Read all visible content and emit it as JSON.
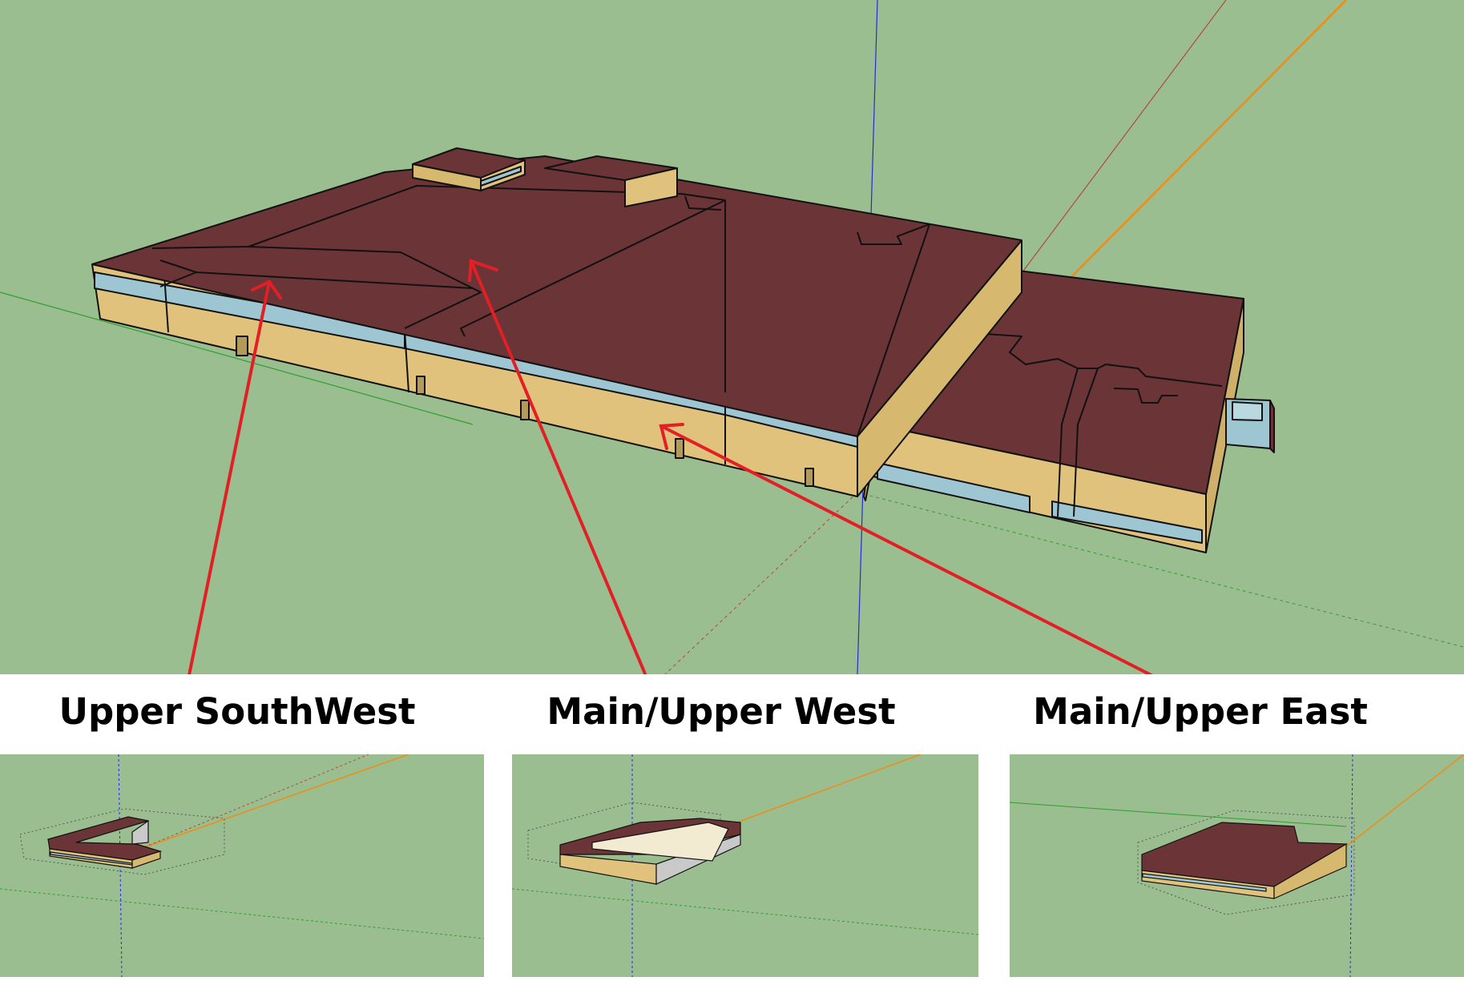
{
  "colors": {
    "ground": "#9bbe91",
    "roof": "#6b3437",
    "wall": "#e0c27c",
    "glass": "#9ec6d2",
    "arrow": "#e31f26",
    "axis_red": "#b04a3a",
    "axis_green": "#2f9e2f",
    "axis_blue": "#2a2ad0",
    "axis_orange": "#f08c14"
  },
  "labels": {
    "upper_southwest": "Upper SouthWest",
    "main_upper_west": "Main/Upper West",
    "main_upper_east": "Main/Upper East"
  }
}
